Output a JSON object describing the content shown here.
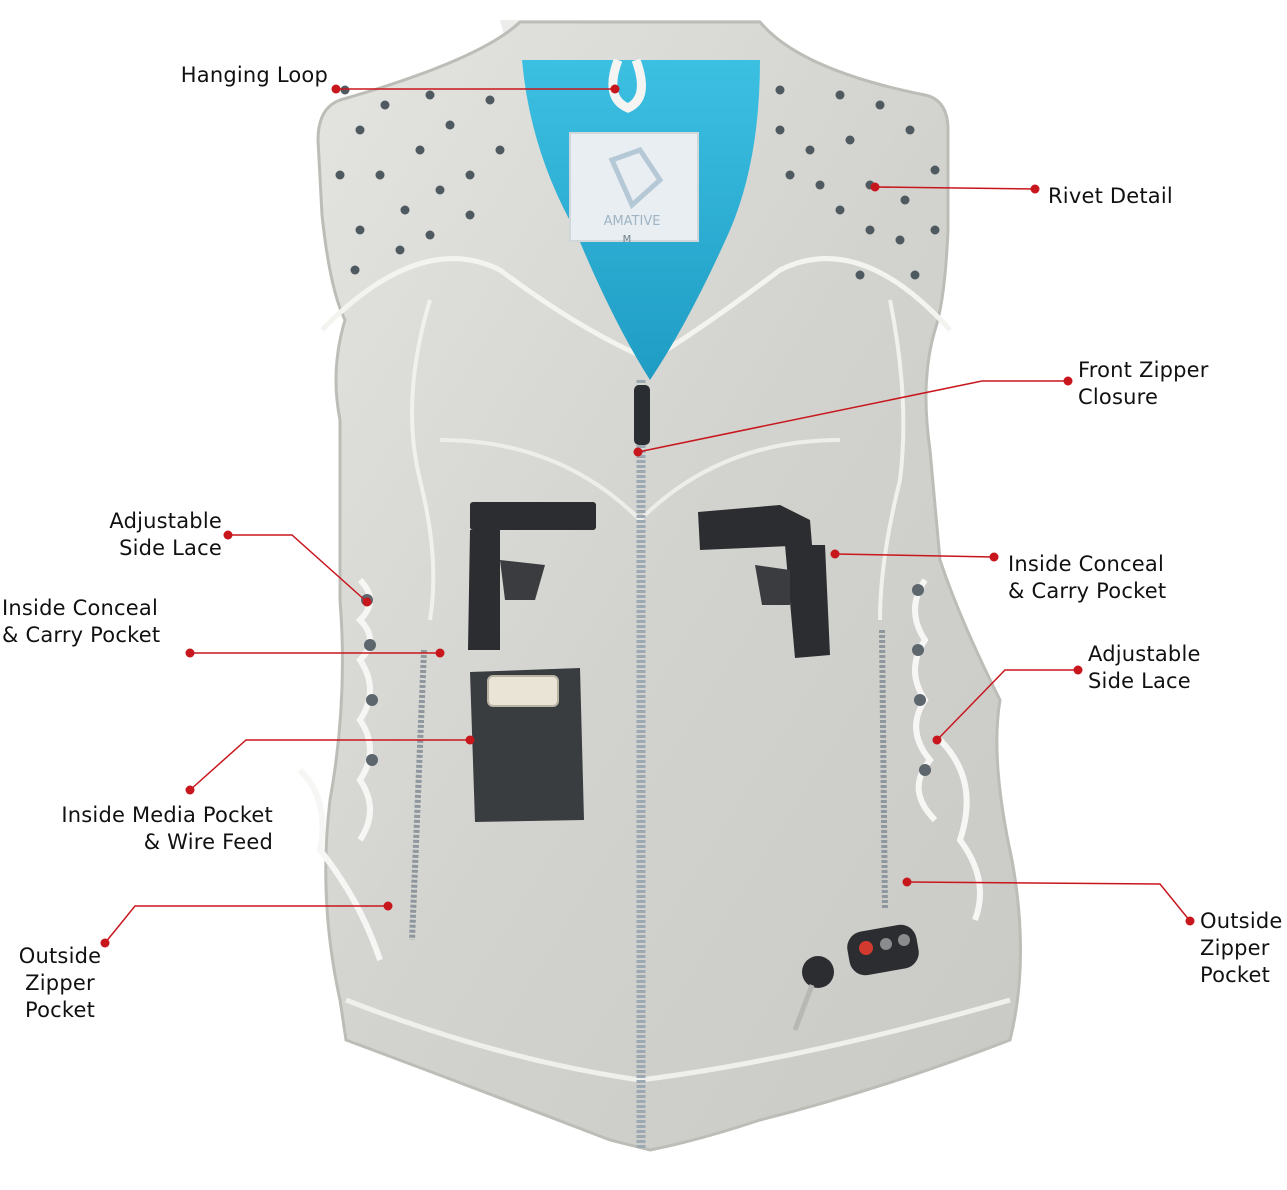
{
  "brand_label": "AMATIVE",
  "size_label": "M",
  "colors": {
    "leather": "#d8d8d4",
    "lining": "#2fb5d9",
    "leader": "#c8161d"
  },
  "callouts": {
    "hanging_loop": [
      "Hanging Loop"
    ],
    "rivet_detail": [
      "Rivet Detail"
    ],
    "front_zipper": [
      "Front Zipper",
      "Closure"
    ],
    "side_lace_left": [
      "Adjustable",
      "Side Lace"
    ],
    "conceal_left": [
      "Inside Conceal",
      "& Carry Pocket"
    ],
    "conceal_right": [
      "Inside Conceal",
      "& Carry Pocket"
    ],
    "side_lace_right": [
      "Adjustable",
      "Side Lace"
    ],
    "media_pocket": [
      "Inside Media Pocket",
      "& Wire Feed"
    ],
    "outside_zipper_left": [
      "Outside",
      "Zipper",
      "Pocket"
    ],
    "outside_zipper_right": [
      "Outside",
      "Zipper",
      "Pocket"
    ]
  }
}
